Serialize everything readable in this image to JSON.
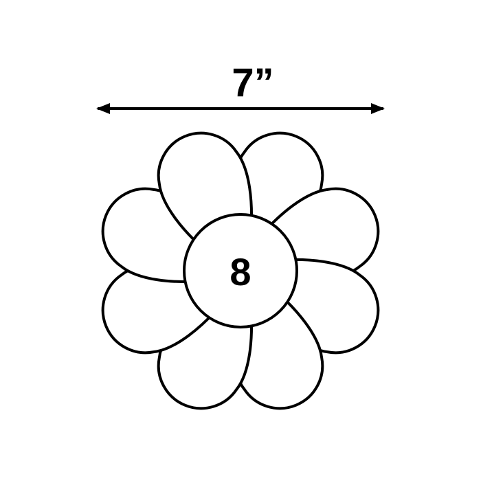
{
  "dimension_label": "7”",
  "center_label": "8",
  "petal_count": 8,
  "colors": {
    "stroke": "#000000",
    "fill": "#ffffff",
    "background": "#ffffff"
  }
}
